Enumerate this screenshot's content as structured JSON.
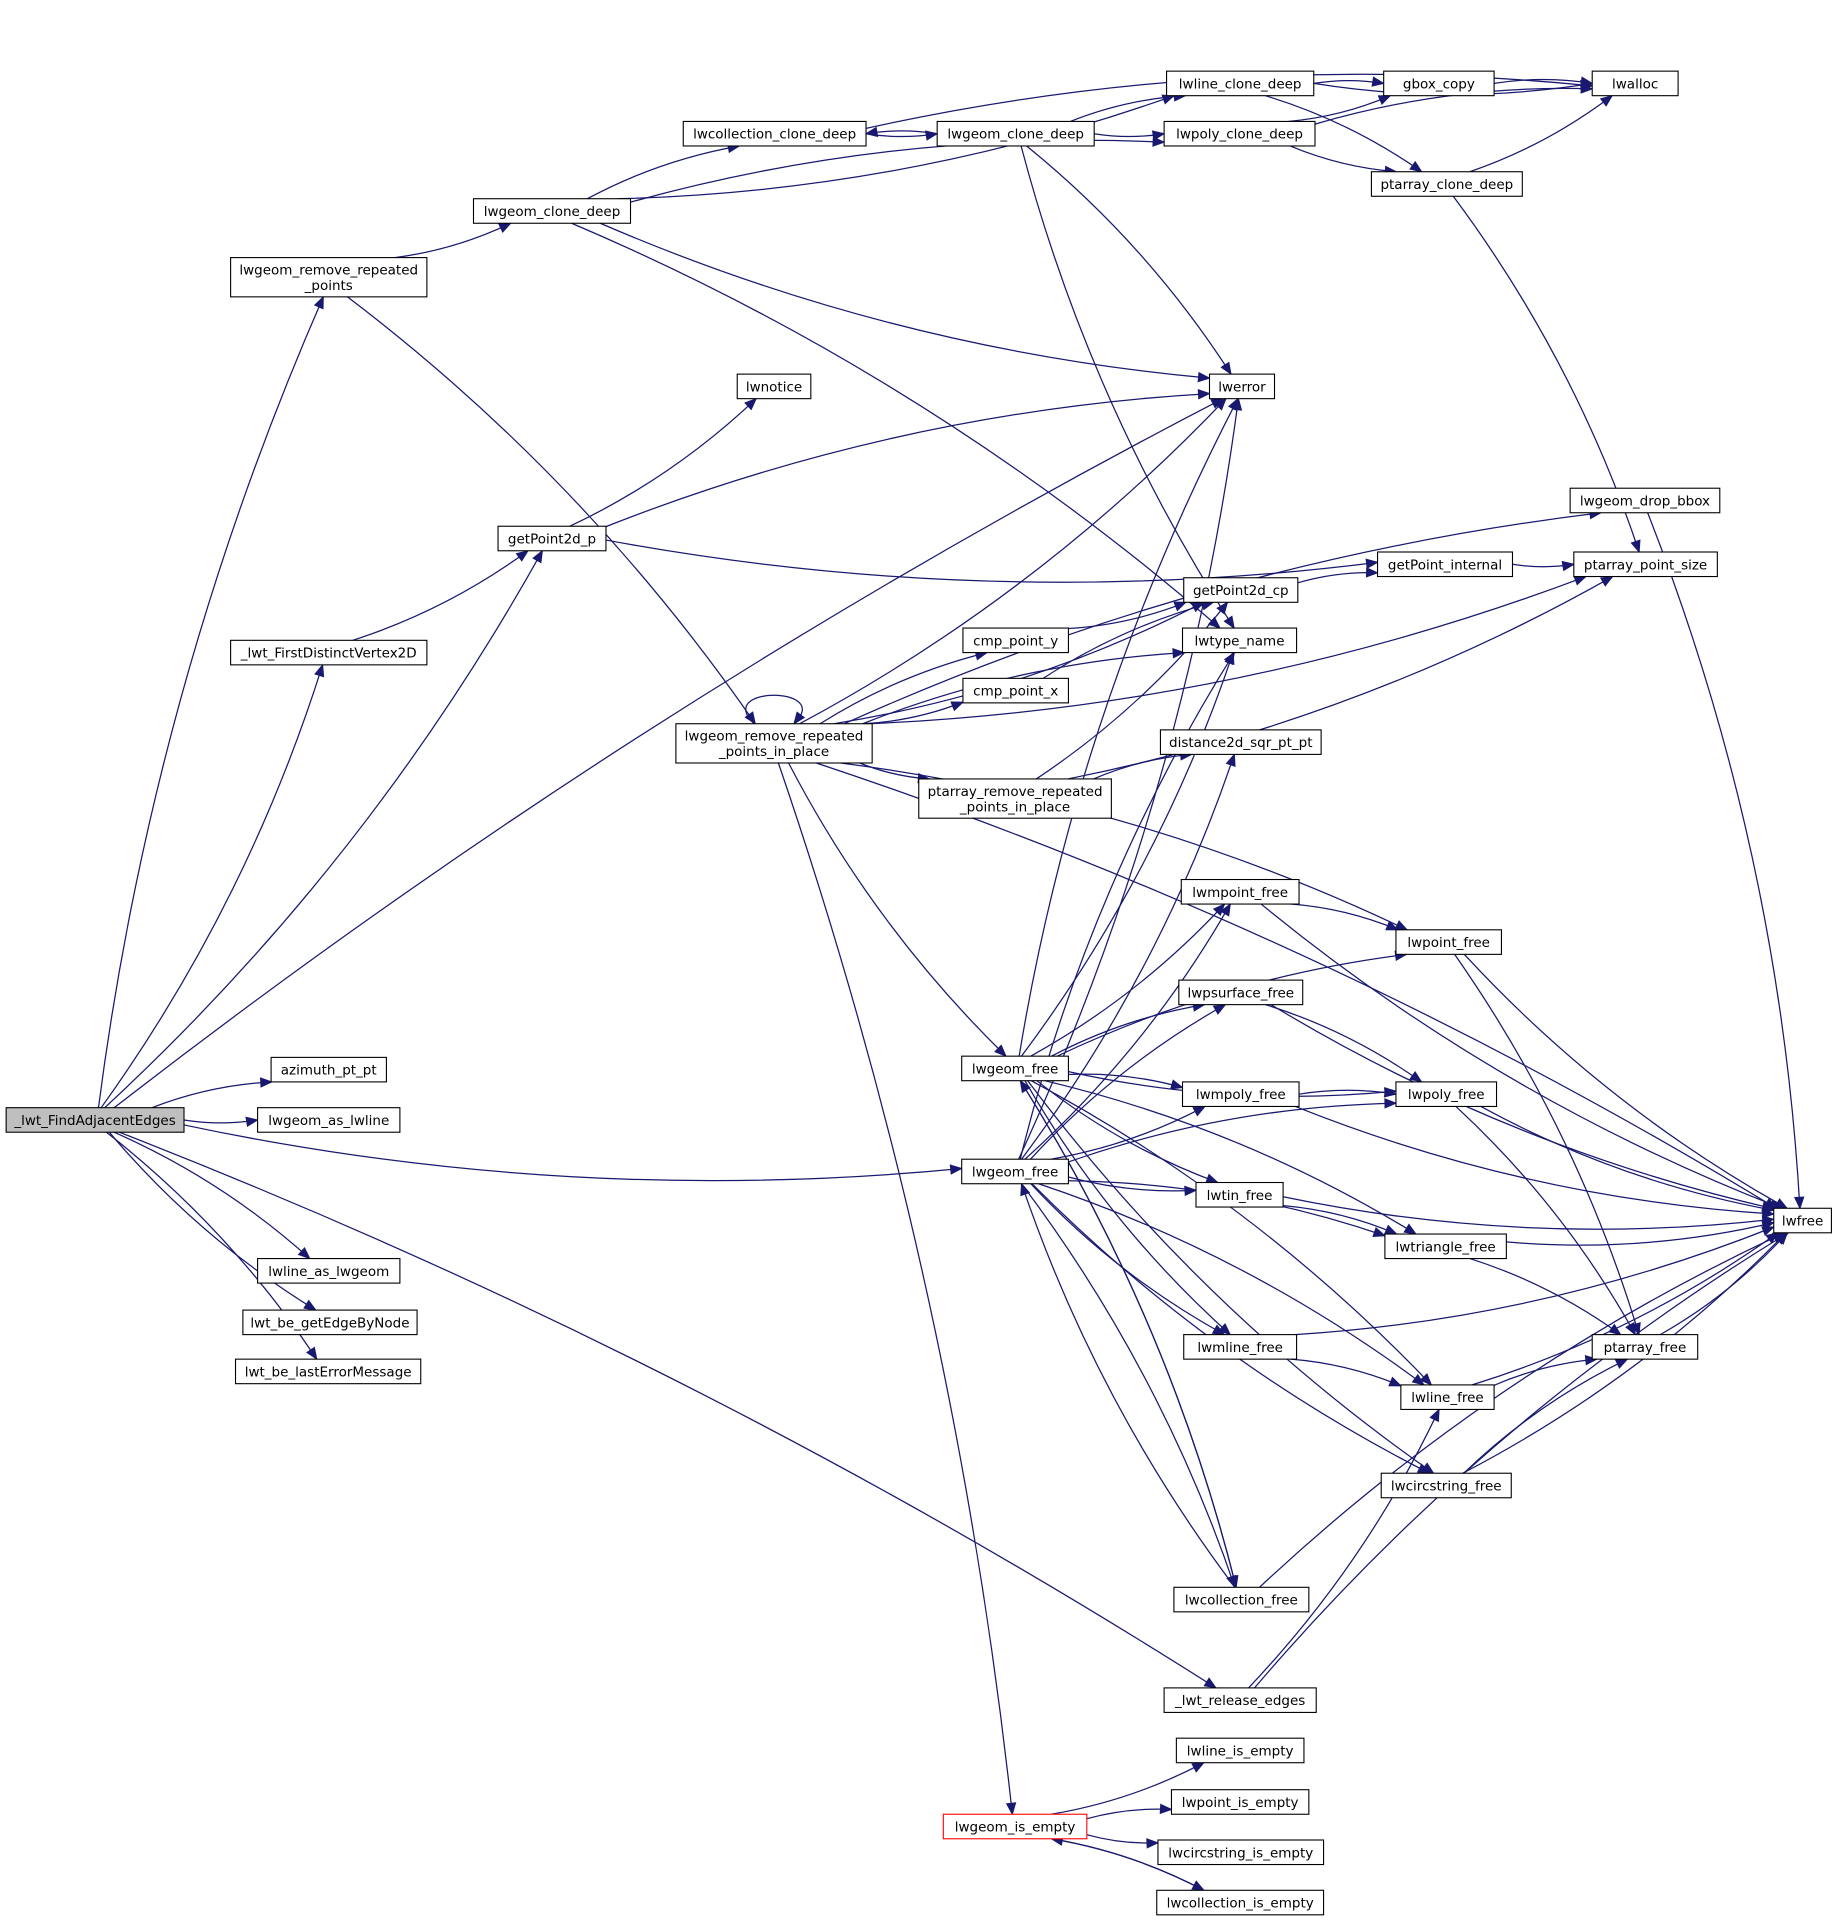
{
  "diagram": {
    "style": {
      "edge_color": "#191970",
      "node_border_color": "#000000",
      "root_fill_color": "#bfbfbf",
      "highlight_border_color": "#ff0000"
    },
    "nodes": [
      {
        "id": "root",
        "lines": [
          "_lwt_FindAdjacentEdges"
        ],
        "variant": "root"
      },
      {
        "id": "rrp",
        "lines": [
          "lwgeom_remove_repeated",
          "_points"
        ]
      },
      {
        "id": "fdv",
        "lines": [
          "_lwt_FirstDistinctVertex2D"
        ]
      },
      {
        "id": "azi",
        "lines": [
          "azimuth_pt_pt"
        ]
      },
      {
        "id": "asl",
        "lines": [
          "lwgeom_as_lwline"
        ]
      },
      {
        "id": "lal",
        "lines": [
          "lwline_as_lwgeom"
        ]
      },
      {
        "id": "gebn",
        "lines": [
          "lwt_be_getEdgeByNode"
        ]
      },
      {
        "id": "lem",
        "lines": [
          "lwt_be_lastErrorMessage"
        ]
      },
      {
        "id": "gcd",
        "lines": [
          "lwgeom_clone_deep"
        ]
      },
      {
        "id": "gp2d",
        "lines": [
          "getPoint2d_p"
        ]
      },
      {
        "id": "rrpip",
        "lines": [
          "lwgeom_remove_repeated",
          "_points_in_place"
        ]
      },
      {
        "id": "ccd",
        "lines": [
          "lwcollection_clone_deep"
        ]
      },
      {
        "id": "gcd2",
        "lines": [
          "lwgeom_clone_deep"
        ]
      },
      {
        "id": "notice",
        "lines": [
          "lwnotice"
        ]
      },
      {
        "id": "cpy",
        "lines": [
          "cmp_point_y"
        ]
      },
      {
        "id": "cpx",
        "lines": [
          "cmp_point_x"
        ]
      },
      {
        "id": "parrp",
        "lines": [
          "ptarray_remove_repeated",
          "_points_in_place"
        ]
      },
      {
        "id": "gf1",
        "lines": [
          "lwgeom_free"
        ]
      },
      {
        "id": "gf2",
        "lines": [
          "lwgeom_free"
        ]
      },
      {
        "id": "gie",
        "lines": [
          "lwgeom_is_empty"
        ],
        "variant": "red"
      },
      {
        "id": "lcd",
        "lines": [
          "lwline_clone_deep"
        ]
      },
      {
        "id": "pcd",
        "lines": [
          "lwpoly_clone_deep"
        ]
      },
      {
        "id": "err",
        "lines": [
          "lwerror"
        ]
      },
      {
        "id": "gp2cp",
        "lines": [
          "getPoint2d_cp"
        ]
      },
      {
        "id": "tname",
        "lines": [
          "lwtype_name"
        ]
      },
      {
        "id": "d2d",
        "lines": [
          "distance2d_sqr_pt_pt"
        ]
      },
      {
        "id": "mpf",
        "lines": [
          "lwmpoint_free"
        ]
      },
      {
        "id": "psf",
        "lines": [
          "lwpsurface_free"
        ]
      },
      {
        "id": "mpyf",
        "lines": [
          "lwmpoly_free"
        ]
      },
      {
        "id": "tinf",
        "lines": [
          "lwtin_free"
        ]
      },
      {
        "id": "mlf",
        "lines": [
          "lwmline_free"
        ]
      },
      {
        "id": "colf",
        "lines": [
          "lwcollection_free"
        ]
      },
      {
        "id": "rel",
        "lines": [
          "_lwt_release_edges"
        ]
      },
      {
        "id": "lie",
        "lines": [
          "lwline_is_empty"
        ]
      },
      {
        "id": "pie",
        "lines": [
          "lwpoint_is_empty"
        ]
      },
      {
        "id": "cie",
        "lines": [
          "lwcircstring_is_empty"
        ]
      },
      {
        "id": "colie",
        "lines": [
          "lwcollection_is_empty"
        ]
      },
      {
        "id": "gbox",
        "lines": [
          "gbox_copy"
        ]
      },
      {
        "id": "pacd",
        "lines": [
          "ptarray_clone_deep"
        ]
      },
      {
        "id": "dbbox",
        "lines": [
          "lwgeom_drop_bbox"
        ]
      },
      {
        "id": "gpi",
        "lines": [
          "getPoint_internal"
        ]
      },
      {
        "id": "ptf",
        "lines": [
          "lwpoint_free"
        ]
      },
      {
        "id": "pyf",
        "lines": [
          "lwpoly_free"
        ]
      },
      {
        "id": "trf",
        "lines": [
          "lwtriangle_free"
        ]
      },
      {
        "id": "lnf",
        "lines": [
          "lwline_free"
        ]
      },
      {
        "id": "csf",
        "lines": [
          "lwcircstring_free"
        ]
      },
      {
        "id": "alloc",
        "lines": [
          "lwalloc"
        ]
      },
      {
        "id": "paps",
        "lines": [
          "ptarray_point_size"
        ]
      },
      {
        "id": "paf",
        "lines": [
          "ptarray_free"
        ]
      },
      {
        "id": "free",
        "lines": [
          "lwfree"
        ]
      }
    ],
    "edges": [
      [
        "root",
        "rrp"
      ],
      [
        "root",
        "fdv"
      ],
      [
        "root",
        "azi"
      ],
      [
        "root",
        "asl"
      ],
      [
        "root",
        "lal"
      ],
      [
        "root",
        "gebn"
      ],
      [
        "root",
        "lem"
      ],
      [
        "root",
        "gp2d"
      ],
      [
        "root",
        "err"
      ],
      [
        "root",
        "gf2"
      ],
      [
        "root",
        "rel"
      ],
      [
        "rrp",
        "gcd"
      ],
      [
        "rrp",
        "rrpip"
      ],
      [
        "fdv",
        "gp2d"
      ],
      [
        "gcd",
        "ccd"
      ],
      [
        "gcd",
        "lcd"
      ],
      [
        "gcd",
        "pcd"
      ],
      [
        "gcd",
        "err"
      ],
      [
        "gcd",
        "tname"
      ],
      [
        "ccd",
        "gcd2"
      ],
      [
        "ccd",
        "alloc"
      ],
      [
        "gcd2",
        "ccd"
      ],
      [
        "gcd2",
        "lcd"
      ],
      [
        "gcd2",
        "pcd"
      ],
      [
        "gcd2",
        "err"
      ],
      [
        "gcd2",
        "tname"
      ],
      [
        "lcd",
        "gbox"
      ],
      [
        "lcd",
        "alloc"
      ],
      [
        "lcd",
        "pacd"
      ],
      [
        "pcd",
        "gbox"
      ],
      [
        "pcd",
        "alloc"
      ],
      [
        "pcd",
        "pacd"
      ],
      [
        "gbox",
        "alloc"
      ],
      [
        "pacd",
        "alloc"
      ],
      [
        "pacd",
        "paps"
      ],
      [
        "gp2d",
        "notice"
      ],
      [
        "gp2d",
        "err"
      ],
      [
        "gp2d",
        "gpi"
      ],
      [
        "gp2cp",
        "gpi"
      ],
      [
        "gpi",
        "paps"
      ],
      [
        "rrpip",
        "rrpip"
      ],
      [
        "rrpip",
        "err"
      ],
      [
        "rrpip",
        "dbbox"
      ],
      [
        "rrpip",
        "gp2cp"
      ],
      [
        "rrpip",
        "cpy"
      ],
      [
        "rrpip",
        "cpx"
      ],
      [
        "rrpip",
        "tname"
      ],
      [
        "rrpip",
        "parrp"
      ],
      [
        "rrpip",
        "ptf"
      ],
      [
        "rrpip",
        "gf1"
      ],
      [
        "rrpip",
        "gie"
      ],
      [
        "rrpip",
        "paps"
      ],
      [
        "rrpip",
        "free"
      ],
      [
        "cpy",
        "gp2cp"
      ],
      [
        "cpx",
        "gp2cp"
      ],
      [
        "parrp",
        "gp2cp"
      ],
      [
        "parrp",
        "d2d"
      ],
      [
        "parrp",
        "paps"
      ],
      [
        "gf1",
        "err"
      ],
      [
        "gf1",
        "tname"
      ],
      [
        "gf1",
        "ptf"
      ],
      [
        "gf1",
        "mpf"
      ],
      [
        "gf1",
        "psf"
      ],
      [
        "gf1",
        "pyf"
      ],
      [
        "gf1",
        "mpyf"
      ],
      [
        "gf1",
        "tinf"
      ],
      [
        "gf1",
        "trf"
      ],
      [
        "gf1",
        "mlf"
      ],
      [
        "gf1",
        "lnf"
      ],
      [
        "gf1",
        "csf"
      ],
      [
        "gf1",
        "colf"
      ],
      [
        "gf2",
        "err"
      ],
      [
        "gf2",
        "tname"
      ],
      [
        "gf2",
        "mpf"
      ],
      [
        "gf2",
        "psf"
      ],
      [
        "gf2",
        "mpyf"
      ],
      [
        "gf2",
        "pyf"
      ],
      [
        "gf2",
        "tinf"
      ],
      [
        "gf2",
        "trf"
      ],
      [
        "gf2",
        "mlf"
      ],
      [
        "gf2",
        "lnf"
      ],
      [
        "gf2",
        "csf"
      ],
      [
        "gf2",
        "colf"
      ],
      [
        "gf2",
        "d2d"
      ],
      [
        "mpf",
        "ptf"
      ],
      [
        "mpf",
        "free"
      ],
      [
        "ptf",
        "paf"
      ],
      [
        "ptf",
        "free"
      ],
      [
        "psf",
        "pyf"
      ],
      [
        "psf",
        "free"
      ],
      [
        "mpyf",
        "pyf"
      ],
      [
        "mpyf",
        "free"
      ],
      [
        "pyf",
        "paf"
      ],
      [
        "pyf",
        "free"
      ],
      [
        "tinf",
        "trf"
      ],
      [
        "tinf",
        "free"
      ],
      [
        "trf",
        "paf"
      ],
      [
        "trf",
        "free"
      ],
      [
        "mlf",
        "lnf"
      ],
      [
        "mlf",
        "free"
      ],
      [
        "lnf",
        "paf"
      ],
      [
        "lnf",
        "free"
      ],
      [
        "csf",
        "paf"
      ],
      [
        "csf",
        "free"
      ],
      [
        "colf",
        "gf2"
      ],
      [
        "colf",
        "gf1"
      ],
      [
        "colf",
        "free"
      ],
      [
        "rel",
        "lnf"
      ],
      [
        "rel",
        "free"
      ],
      [
        "paf",
        "free"
      ],
      [
        "dbbox",
        "free"
      ],
      [
        "gie",
        "lie"
      ],
      [
        "gie",
        "pie"
      ],
      [
        "gie",
        "cie"
      ],
      [
        "gie",
        "colie"
      ],
      [
        "colie",
        "gie"
      ]
    ]
  }
}
